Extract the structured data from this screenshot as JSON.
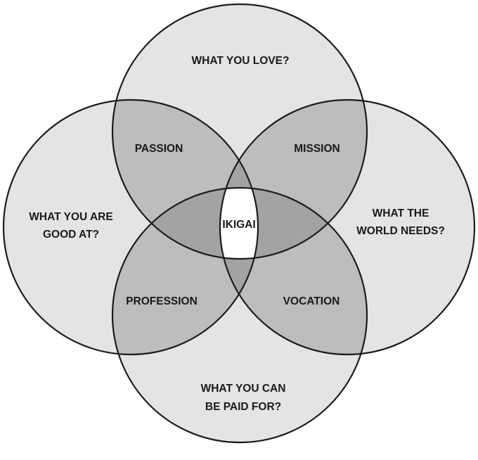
{
  "circles": {
    "love": "WHAT YOU LOVE?",
    "good_at_line1": "WHAT YOU ARE",
    "good_at_line2": "GOOD AT?",
    "world_line1": "WHAT THE",
    "world_line2": "WORLD NEEDS?",
    "paid_line1": "WHAT YOU CAN",
    "paid_line2": "BE PAID FOR?"
  },
  "intersections": {
    "passion": "PASSION",
    "mission": "MISSION",
    "profession": "PROFESSION",
    "vocation": "VOCATION",
    "center": "IKIGAI"
  },
  "colors": {
    "single": "#e4e4e4",
    "double": "#bdbdbd",
    "triple": "#a3a3a3",
    "center": "#ffffff",
    "outline": "#1c1c1c"
  }
}
